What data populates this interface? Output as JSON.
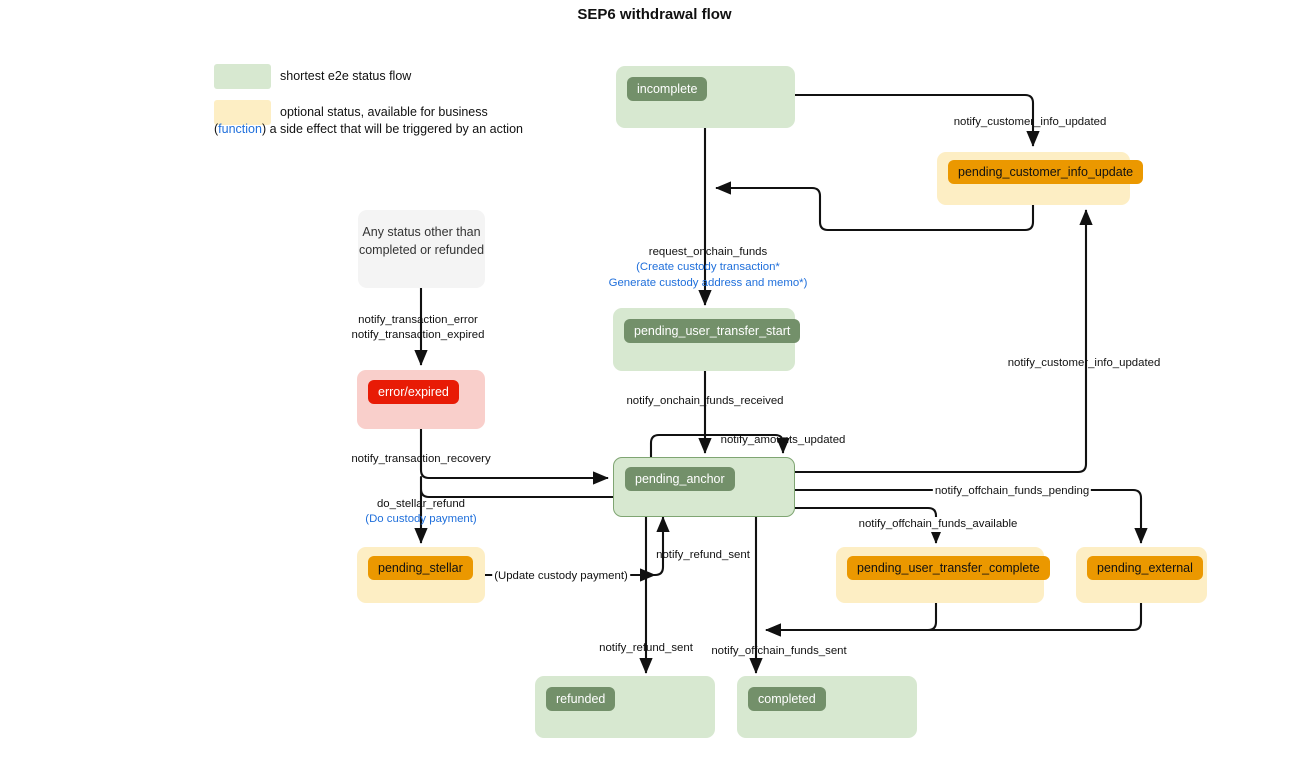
{
  "title": "SEP6 withdrawal flow",
  "legend": {
    "items": [
      {
        "label": "shortest e2e status flow",
        "color": "#d7e8d0",
        "name": "legend-green"
      },
      {
        "label": "optional status, available for business",
        "color": "#fdeec4",
        "name": "legend-amber"
      }
    ],
    "note_open": "(",
    "note_fn": "function",
    "note_rest": ") a side effect that will be triggered by an action"
  },
  "nodes": {
    "incomplete": {
      "label": "incomplete"
    },
    "pending_customer_info_update": {
      "label": "pending_customer_info_update"
    },
    "any_status": {
      "line1": "Any status other than",
      "line2": "completed or refunded"
    },
    "error_expired": {
      "label": "error/expired"
    },
    "pending_user_transfer_start": {
      "label": "pending_user_transfer_start"
    },
    "pending_anchor": {
      "label": "pending_anchor"
    },
    "pending_stellar": {
      "label": "pending_stellar"
    },
    "pending_user_transfer_complete": {
      "label": "pending_user_transfer_complete"
    },
    "pending_external": {
      "label": "pending_external"
    },
    "refunded": {
      "label": "refunded"
    },
    "completed": {
      "label": "completed"
    }
  },
  "edges": {
    "notify_customer_info_updated_top": "notify_customer_info_updated",
    "notify_customer_info_updated_right": "notify_customer_info_updated",
    "request_onchain_funds": "request_onchain_funds",
    "request_onchain_funds_fn1": "(Create custody transaction*",
    "request_onchain_funds_fn2": "Generate custody address and memo*)",
    "notify_transaction_error": "notify_transaction_error",
    "notify_transaction_expired": "notify_transaction_expired",
    "notify_transaction_recovery": "notify_transaction_recovery",
    "notify_onchain_funds_received": "notify_onchain_funds_received",
    "notify_amounts_updated": "notify_amounts_updated",
    "do_stellar_refund": "do_stellar_refund",
    "do_stellar_refund_fn": "(Do custody payment)",
    "update_custody_payment": "(Update custody payment)",
    "notify_refund_sent_up": "notify_refund_sent",
    "notify_refund_sent_down": "notify_refund_sent",
    "notify_offchain_funds_pending": "notify_offchain_funds_pending",
    "notify_offchain_funds_available": "notify_offchain_funds_available",
    "notify_offchain_funds_sent": "notify_offchain_funds_sent"
  },
  "colors": {
    "green_fill": "#d7e8d0",
    "green_chip": "#73906a",
    "amber_fill": "#fdeec4",
    "amber_chip": "#eb9800",
    "red_fill": "#f9cfcb",
    "red_chip": "#e81b06",
    "plain_fill": "#f4f4f4",
    "function_text": "#1f6fdb",
    "edge": "#111111"
  }
}
